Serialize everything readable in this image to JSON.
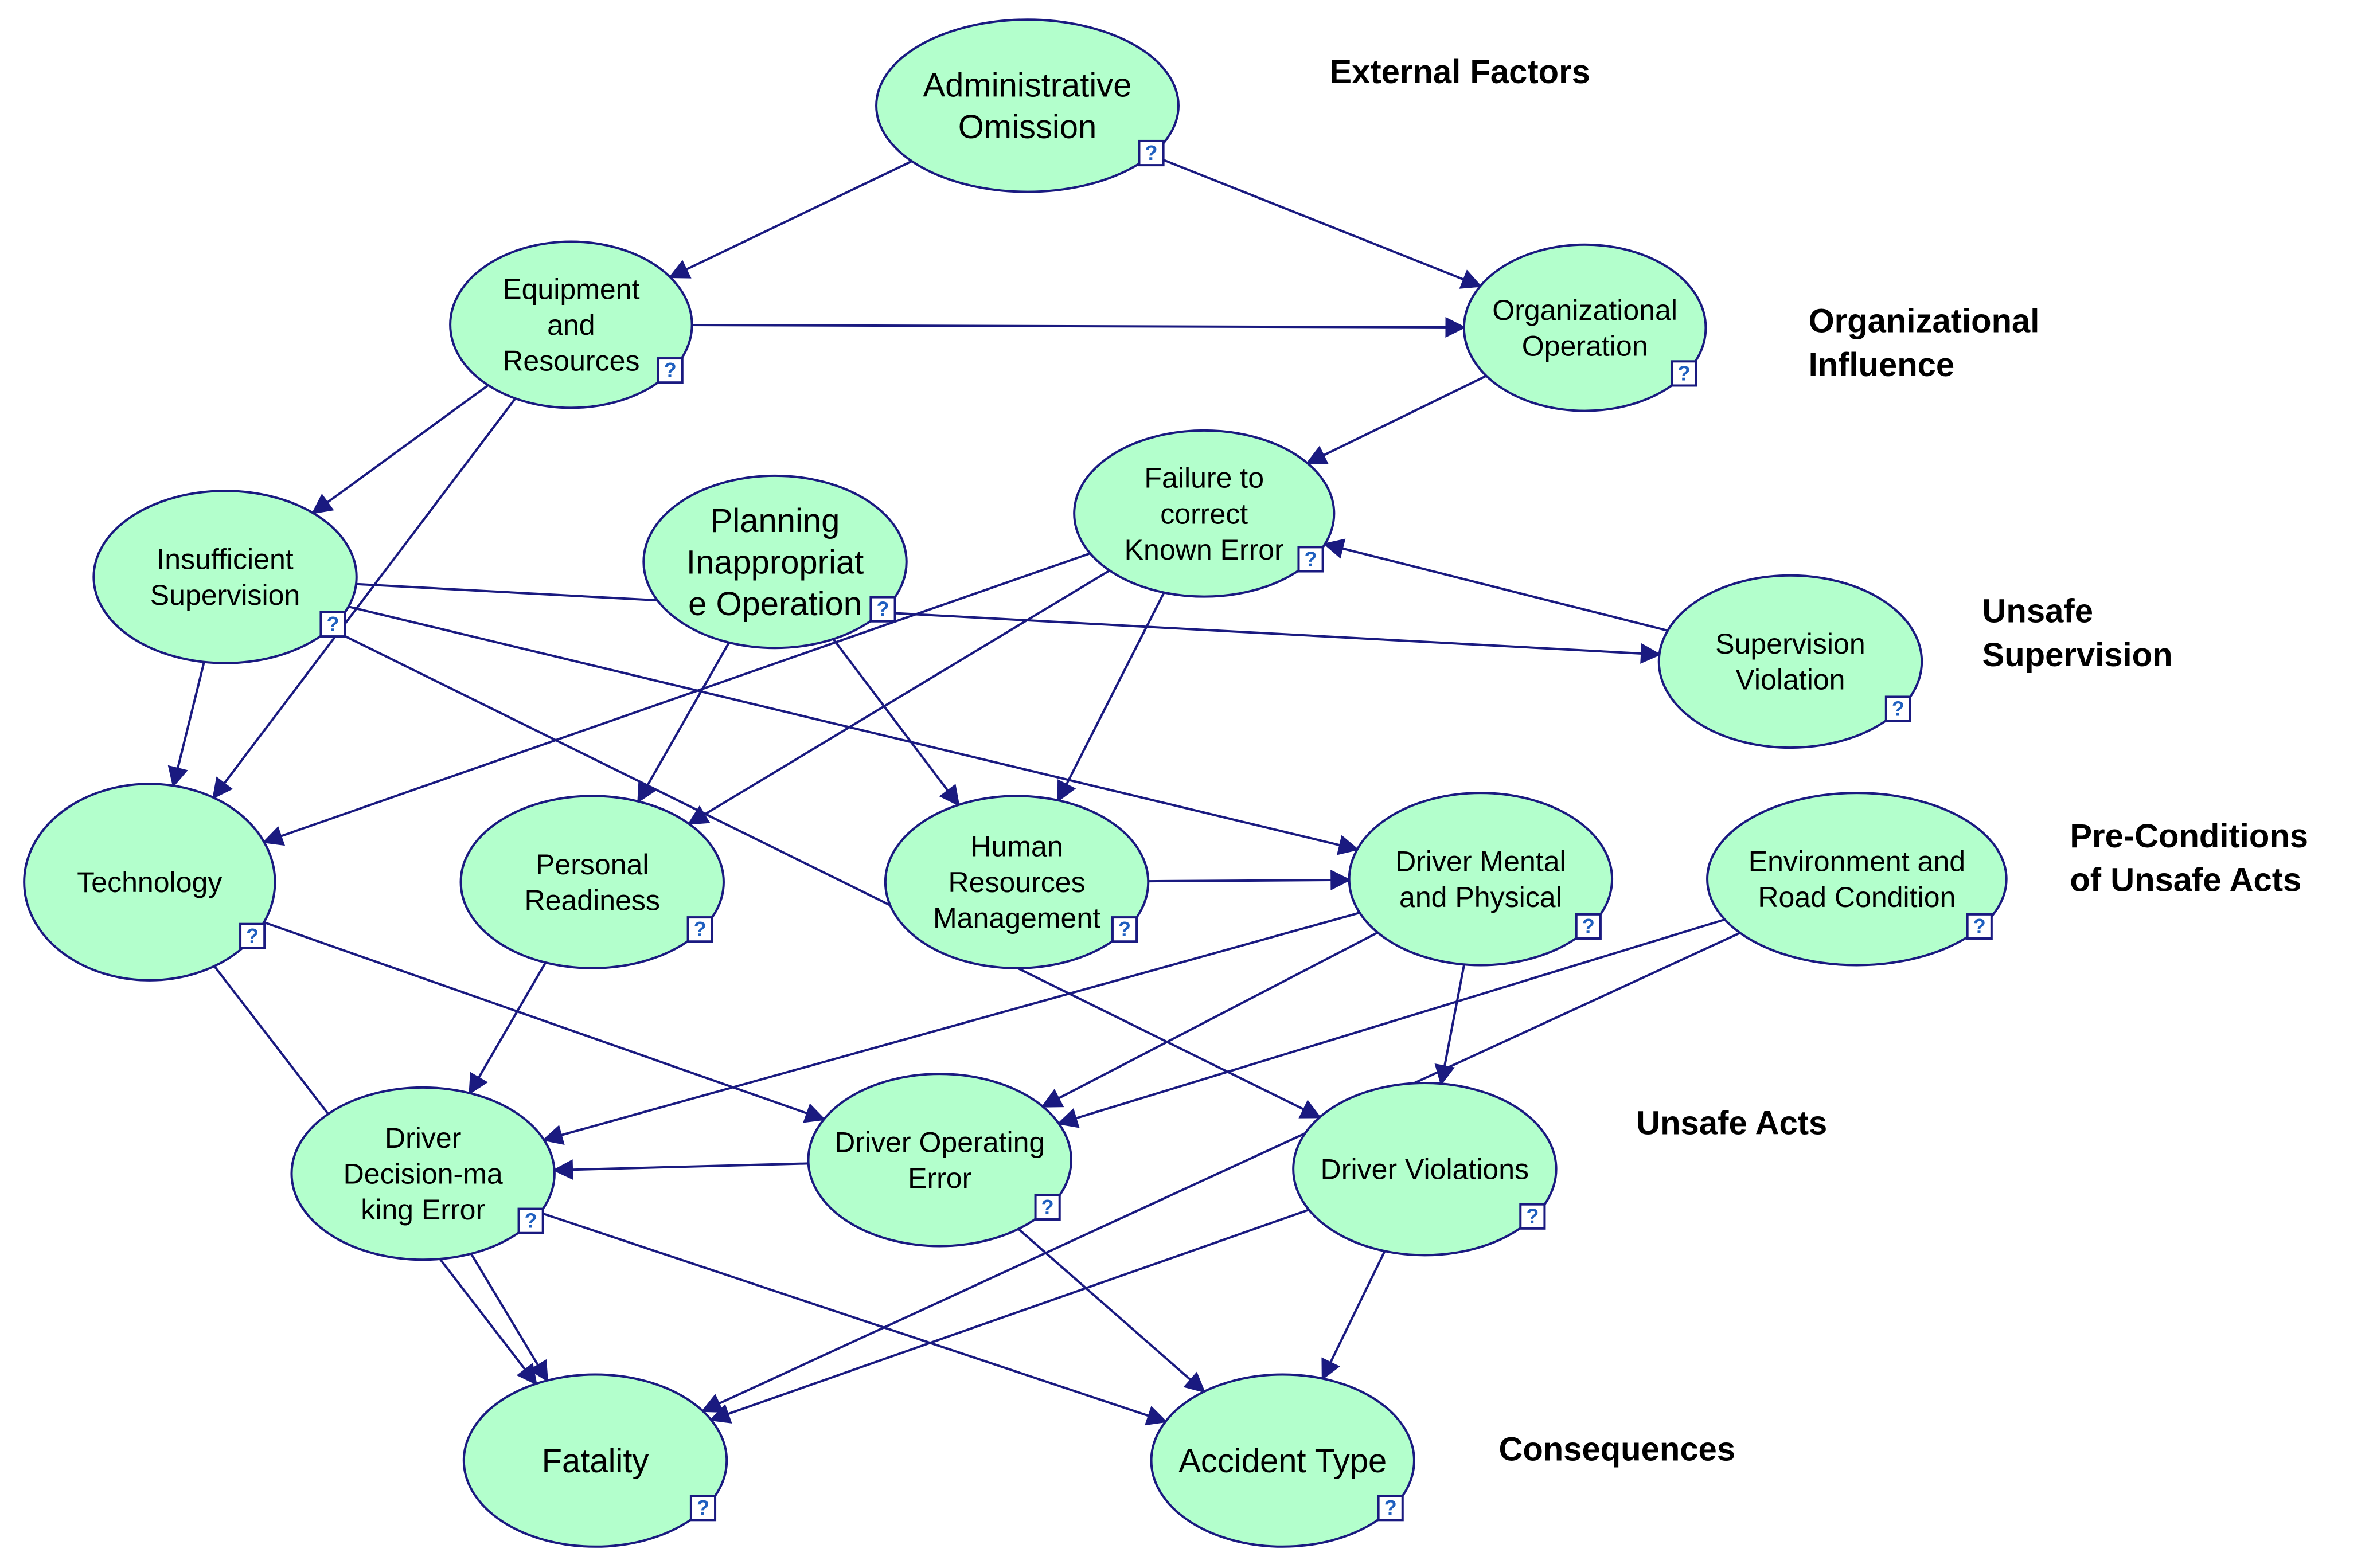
{
  "colors": {
    "node_fill": "#b3ffcc",
    "node_stroke": "#1a1a80",
    "edge": "#1a1a80",
    "help_icon": "#1f5fbf"
  },
  "help_icon": {
    "name": "help-question-icon",
    "glyph": "?"
  },
  "levels": [
    {
      "id": "external",
      "lines": [
        "External Factors"
      ]
    },
    {
      "id": "organizational",
      "lines": [
        "Organizational",
        "Influence"
      ]
    },
    {
      "id": "supervision",
      "lines": [
        "Unsafe",
        "Supervision"
      ]
    },
    {
      "id": "preconditions",
      "lines": [
        "Pre-Conditions",
        "of Unsafe Acts"
      ]
    },
    {
      "id": "acts",
      "lines": [
        "Unsafe Acts"
      ]
    },
    {
      "id": "consequences",
      "lines": [
        "Consequences"
      ]
    }
  ],
  "nodes": [
    {
      "id": "admin",
      "lines": [
        "Administrative",
        "Omission"
      ]
    },
    {
      "id": "equip",
      "lines": [
        "Equipment",
        "and",
        "Resources"
      ]
    },
    {
      "id": "orgop",
      "lines": [
        "Organizational",
        "Operation"
      ]
    },
    {
      "id": "failcorr",
      "lines": [
        "Failure to",
        "correct",
        "Known Error"
      ]
    },
    {
      "id": "insuff",
      "lines": [
        "Insufficient",
        "Supervision"
      ]
    },
    {
      "id": "planning",
      "lines": [
        "Planning",
        "Inappropriat",
        "e Operation"
      ]
    },
    {
      "id": "supviol",
      "lines": [
        "Supervision",
        "Violation"
      ]
    },
    {
      "id": "tech",
      "lines": [
        "Technology"
      ]
    },
    {
      "id": "personal",
      "lines": [
        "Personal",
        "Readiness"
      ]
    },
    {
      "id": "hrm",
      "lines": [
        "Human",
        "Resources",
        "Management"
      ]
    },
    {
      "id": "mental",
      "lines": [
        "Driver Mental",
        "and Physical"
      ]
    },
    {
      "id": "envroad",
      "lines": [
        "Environment and",
        "Road Condition"
      ]
    },
    {
      "id": "decision",
      "lines": [
        "Driver",
        "Decision-ma",
        "king Error"
      ]
    },
    {
      "id": "operr",
      "lines": [
        "Driver Operating",
        "Error"
      ]
    },
    {
      "id": "violations",
      "lines": [
        "Driver Violations"
      ]
    },
    {
      "id": "fatality",
      "lines": [
        "Fatality"
      ]
    },
    {
      "id": "accident",
      "lines": [
        "Accident Type"
      ]
    }
  ],
  "edges": [
    {
      "from": "admin",
      "to": "equip"
    },
    {
      "from": "admin",
      "to": "orgop"
    },
    {
      "from": "equip",
      "to": "orgop"
    },
    {
      "from": "equip",
      "to": "insuff"
    },
    {
      "from": "equip",
      "to": "tech"
    },
    {
      "from": "orgop",
      "to": "failcorr"
    },
    {
      "from": "insuff",
      "to": "tech"
    },
    {
      "from": "insuff",
      "to": "supviol"
    },
    {
      "from": "insuff",
      "to": "mental"
    },
    {
      "from": "insuff",
      "to": "violations"
    },
    {
      "from": "planning",
      "to": "personal"
    },
    {
      "from": "planning",
      "to": "hrm"
    },
    {
      "from": "failcorr",
      "to": "tech"
    },
    {
      "from": "failcorr",
      "to": "personal"
    },
    {
      "from": "failcorr",
      "to": "hrm"
    },
    {
      "from": "supviol",
      "to": "failcorr"
    },
    {
      "from": "hrm",
      "to": "mental"
    },
    {
      "from": "tech",
      "to": "operr"
    },
    {
      "from": "tech",
      "to": "fatality"
    },
    {
      "from": "personal",
      "to": "decision"
    },
    {
      "from": "mental",
      "to": "decision"
    },
    {
      "from": "mental",
      "to": "operr"
    },
    {
      "from": "mental",
      "to": "violations"
    },
    {
      "from": "envroad",
      "to": "operr"
    },
    {
      "from": "envroad",
      "to": "fatality"
    },
    {
      "from": "operr",
      "to": "decision"
    },
    {
      "from": "decision",
      "to": "fatality"
    },
    {
      "from": "decision",
      "to": "accident"
    },
    {
      "from": "operr",
      "to": "accident"
    },
    {
      "from": "violations",
      "to": "fatality"
    },
    {
      "from": "violations",
      "to": "accident"
    }
  ]
}
